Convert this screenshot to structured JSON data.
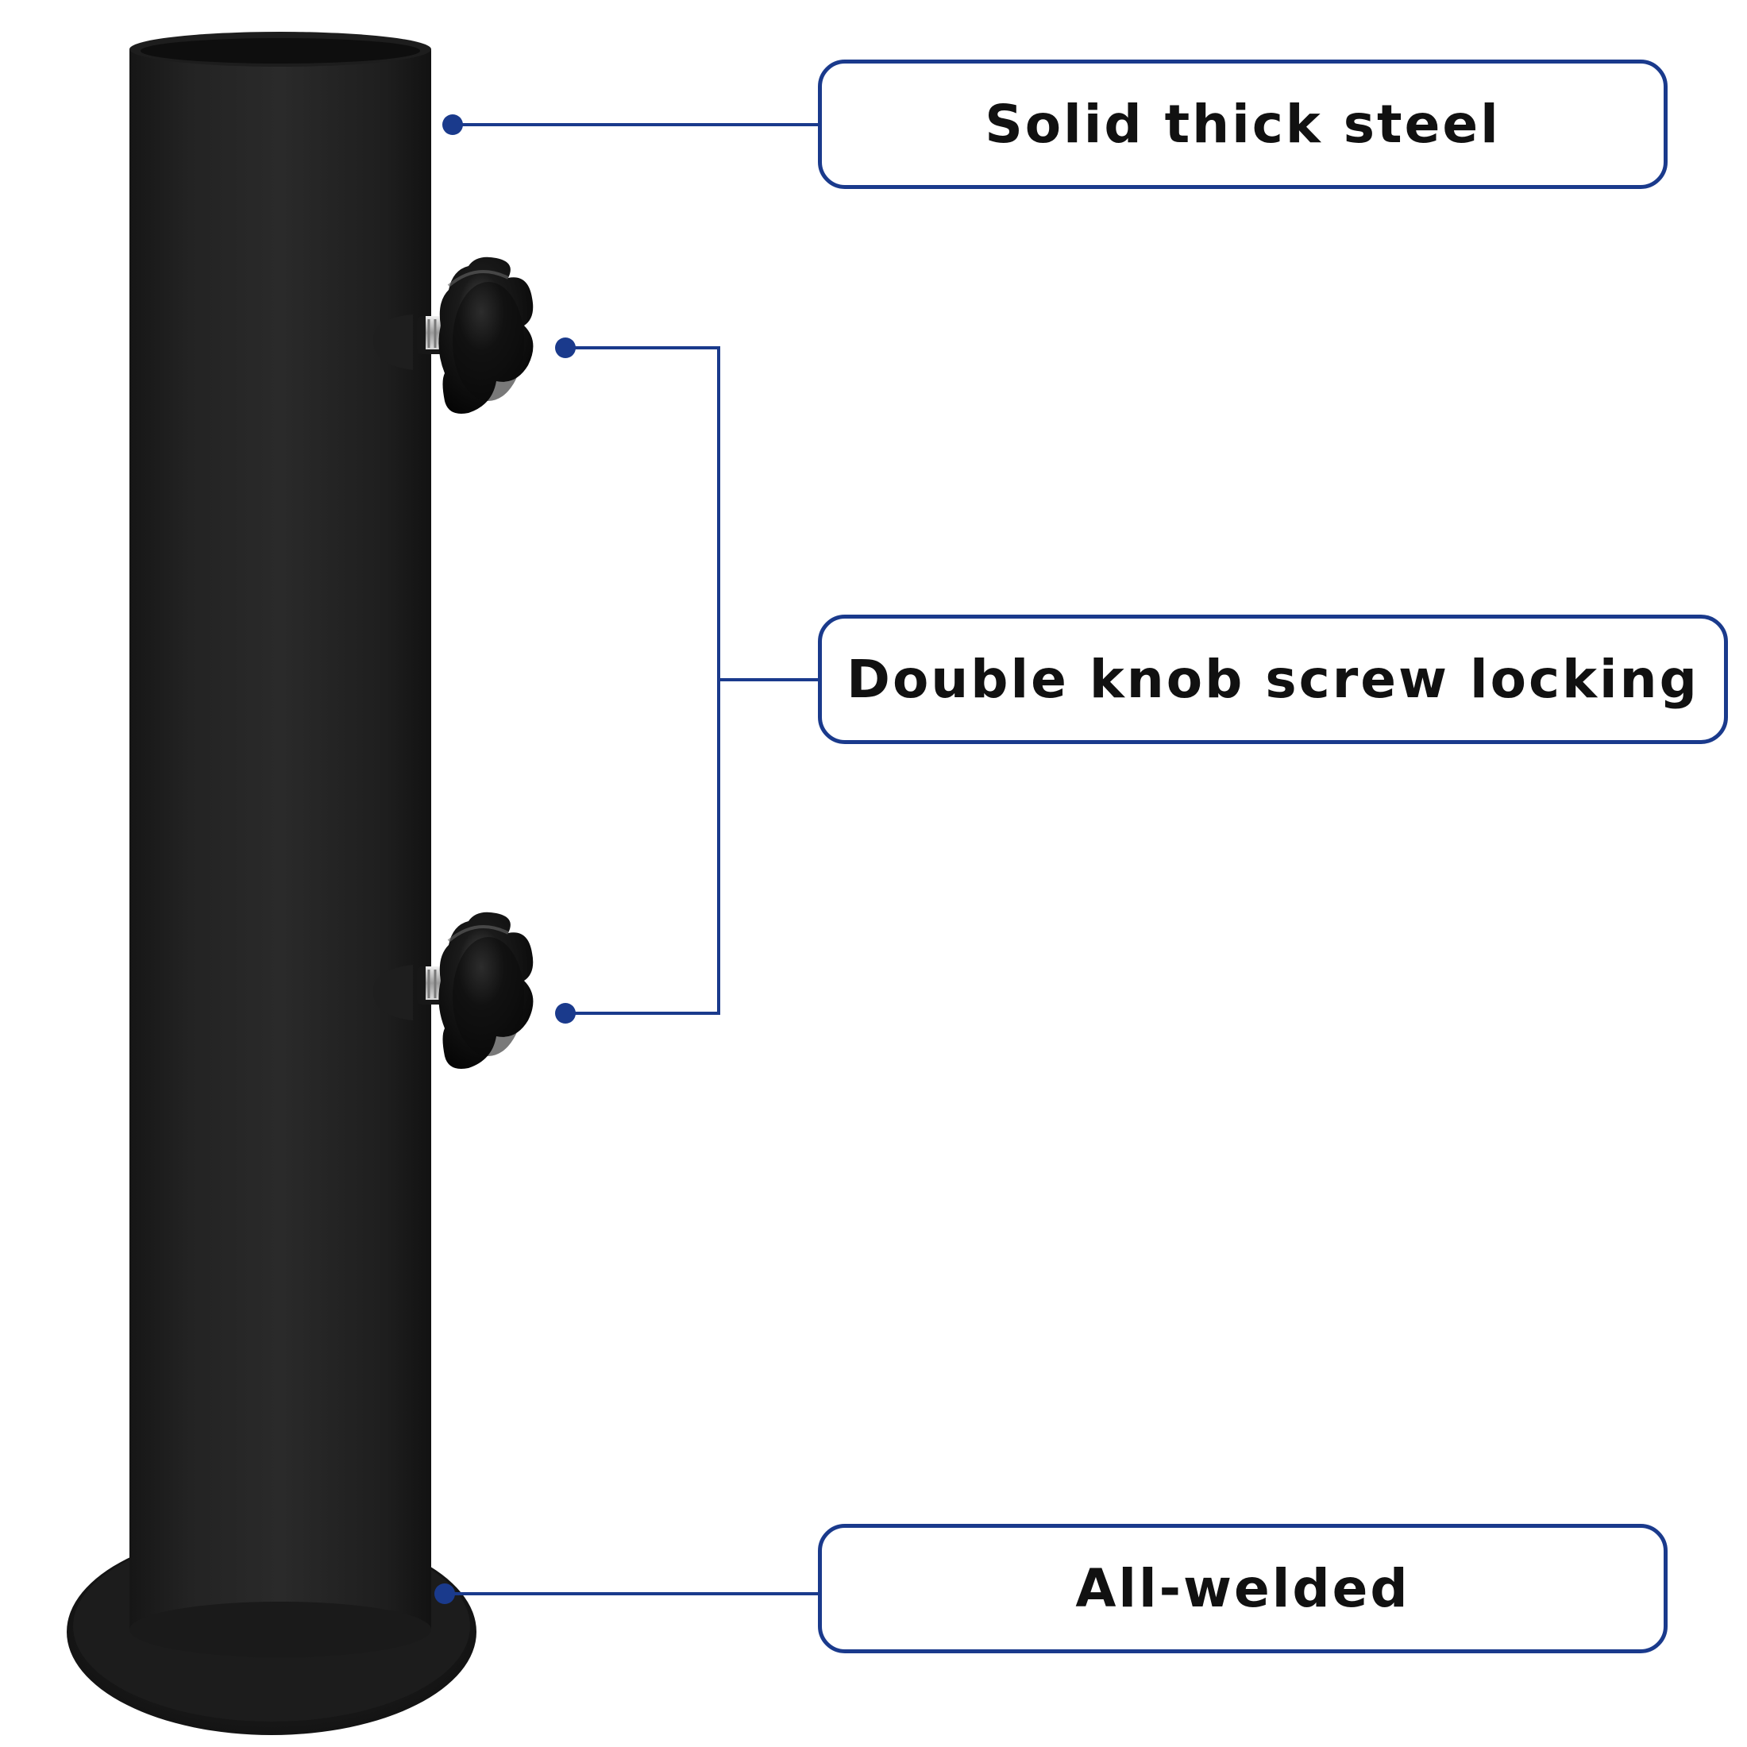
{
  "callouts": {
    "steel": "Solid thick steel",
    "knob": "Double knob screw locking",
    "weld": "All-welded"
  },
  "product": {
    "name": "umbrella-base-stand-tube",
    "color": "#1b1b1b"
  },
  "colors": {
    "accent": "#1a3a8c",
    "text": "#111111",
    "background": "#ffffff"
  }
}
